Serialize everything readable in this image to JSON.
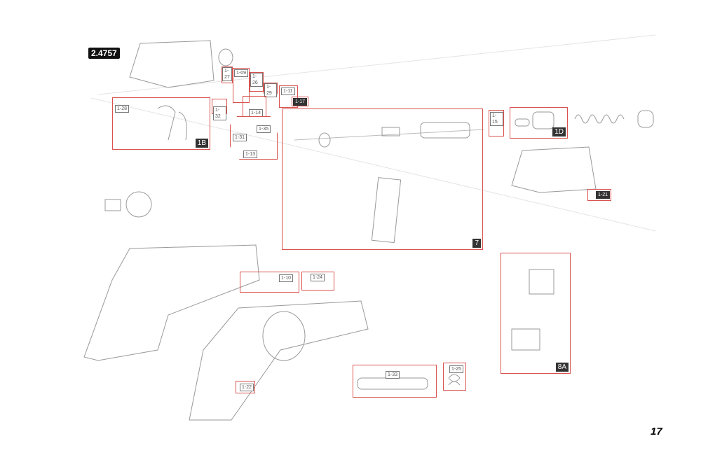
{
  "diagram_code": "2.4757",
  "page_number": "17",
  "labels": {
    "p127": "1-27",
    "p109": "1-09",
    "p126": "1-26",
    "p129": "1-29",
    "p111": "1-11",
    "p117": "1-17",
    "p132": "1-32",
    "p114": "1-14",
    "p128": "1-28",
    "g1b": "1B",
    "p135": "1-35",
    "p131": "1-31",
    "p113": "1-13",
    "g7": "7",
    "p115": "1-15",
    "g1d": "1D",
    "p121": "1-21",
    "p110": "1-10",
    "p124": "1-24",
    "g8a": "8A",
    "p122": "1-22",
    "p133": "1-33",
    "p125": "1-25"
  },
  "colors": {
    "box": "#d9534f",
    "line": "#888888"
  }
}
